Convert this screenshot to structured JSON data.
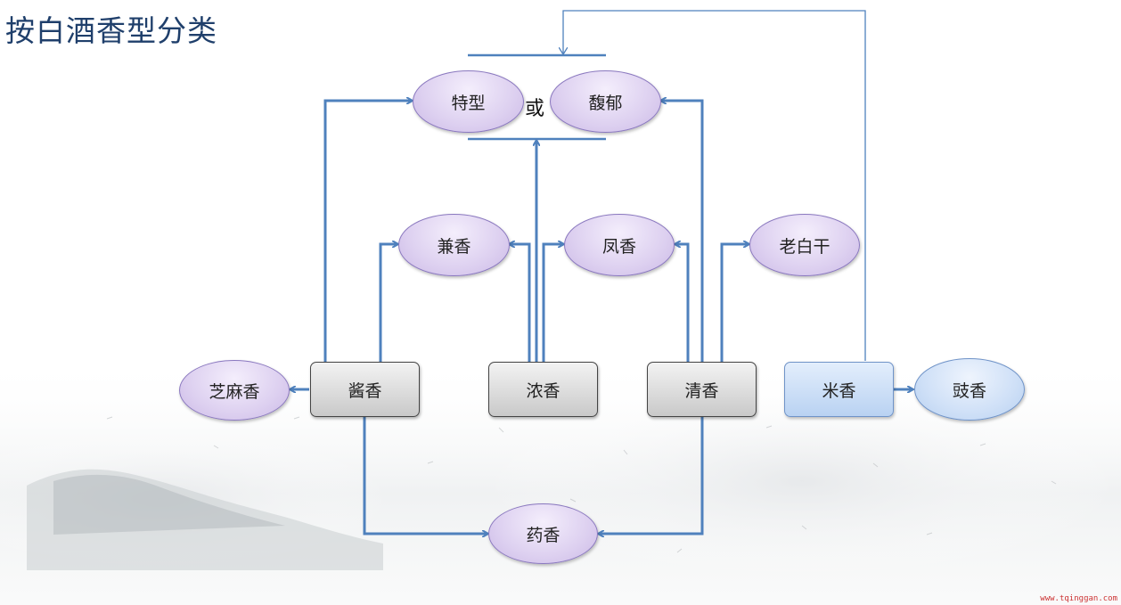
{
  "title": "按白酒香型分类",
  "or_label": "或",
  "nodes": {
    "texing": "特型",
    "fuyu": "馥郁",
    "jianxiang": "兼香",
    "fengxiang": "凤香",
    "laobaigan": "老白干",
    "zhimaxiang": "芝麻香",
    "jiangxiang": "酱香",
    "nongxiang": "浓香",
    "qingxiang": "清香",
    "mixiang": "米香",
    "chixiang": "豉香",
    "yaoxiang": "药香"
  },
  "watermark": "www.tqinggan.com",
  "colors": {
    "arrow": "#4f81bd",
    "title": "#1f3f6b",
    "ellipse_fill": "#ddd0f0",
    "rect_fill": "#d9d9d9",
    "blue_fill": "#cfe0f7"
  }
}
